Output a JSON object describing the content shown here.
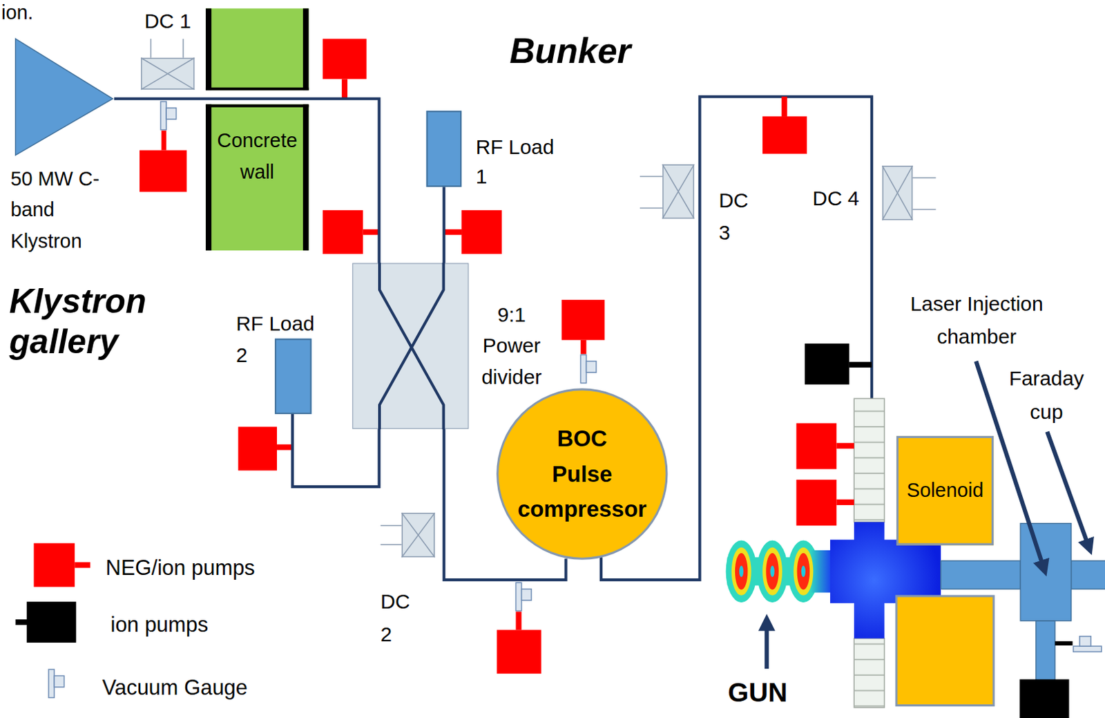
{
  "diagram": {
    "nodes": [
      {
        "text": [
          "50 MW C-band Klystron"
        ]
      },
      {
        "text": [
          "DC 1"
        ]
      },
      {
        "text": [
          "Concrete wall"
        ]
      },
      {
        "text": [
          "RF Load 1"
        ]
      },
      {
        "text": [
          "9:1 Power divider"
        ]
      },
      {
        "text": [
          "RF Load 2"
        ]
      },
      {
        "text": [
          "BOC Pulse compressor"
        ]
      },
      {
        "text": [
          "DC 2"
        ]
      },
      {
        "text": [
          "DC 3"
        ]
      },
      {
        "text": [
          "DC 4"
        ]
      },
      {
        "text": [
          "Solenoid"
        ]
      }
    ],
    "edges": [
      {
        "from": 0,
        "to": 4,
        "arrow": "none"
      },
      {
        "from": 4,
        "to": 3,
        "arrow": "none"
      },
      {
        "from": 4,
        "to": 5,
        "arrow": "none"
      },
      {
        "from": 4,
        "to": 6,
        "arrow": "none"
      }
    ],
    "labels": [
      "ion.",
      "Bunker",
      "Klystron gallery",
      "Laser Injection chamber",
      "Faraday cup",
      "GUN"
    ],
    "legend": [
      {
        "text": "NEG/ion pumps",
        "color": "#ff0000"
      },
      {
        "text": "ion pumps",
        "color": "#000000"
      },
      {
        "text": "Vacuum Gauge"
      }
    ]
  }
}
